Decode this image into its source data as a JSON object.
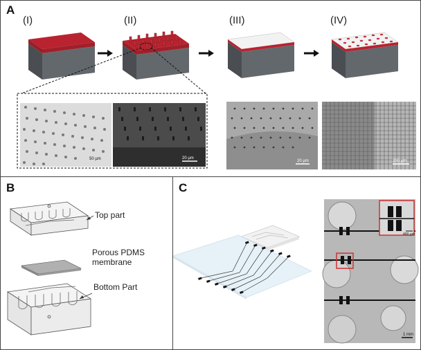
{
  "panel_a": {
    "label": "A",
    "steps": [
      "(I)",
      "(II)",
      "(III)",
      "(IV)"
    ],
    "scale_labels": [
      "50 µm",
      "20 µm",
      "20 µm",
      "200 µm"
    ]
  },
  "panel_b": {
    "label": "B",
    "callouts": {
      "top": "Top part",
      "membrane_line1": "Porous PDMS",
      "membrane_line2": "membrane",
      "bottom": "Bottom Part"
    }
  },
  "panel_c": {
    "label": "C",
    "scale_labels": [
      "400 µm",
      "1 mm"
    ]
  },
  "colors": {
    "membrane_red": "#b8232f",
    "block_gray": "#555a5e",
    "pillar_red": "#c0303a"
  }
}
